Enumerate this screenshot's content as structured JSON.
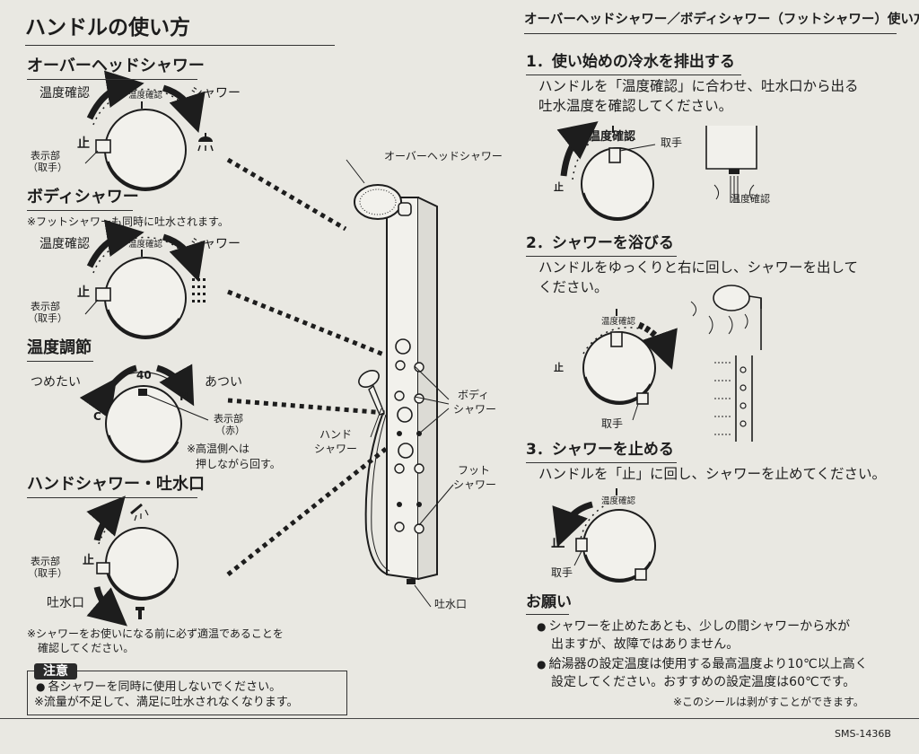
{
  "left": {
    "title": "ハンドルの使い方",
    "overhead": {
      "heading": "オーバーヘッドシャワー",
      "temp_check": "温度確認",
      "temp_check_small": "温度確認",
      "shower": "シャワー",
      "stop": "止",
      "display_label": "表示部",
      "display_sub": "（取手）"
    },
    "body": {
      "heading": "ボディシャワー",
      "note": "※フットシャワーも同時に吐水されます。",
      "temp_check": "温度確認",
      "temp_check_small": "温度確認",
      "shower": "シャワー",
      "stop": "止",
      "display_label": "表示部",
      "display_sub": "（取手）"
    },
    "temp": {
      "heading": "温度調節",
      "cold": "つめたい",
      "hot": "あつい",
      "forty": "40",
      "c": "C",
      "h": "H",
      "display_label": "表示部",
      "display_sub": "（赤）",
      "note1": "※高温側へは",
      "note2": "押しながら回す。"
    },
    "hand": {
      "heading": "ハンドシャワー・吐水口",
      "display_label": "表示部",
      "display_sub": "（取手）",
      "stop": "止",
      "spout": "吐水口"
    },
    "warning1": "※シャワーをお使いになる前に必ず適温であることを",
    "warning2": "確認してください。",
    "caution": {
      "badge": "注意",
      "line1": "各シャワーを同時に使用しないでください。",
      "line2": "※流量が不足して、満足に吐水されなくなります。"
    }
  },
  "middle": {
    "overhead_label": "オーバーヘッドシャワー",
    "body_label1": "ボディ",
    "body_label2": "シャワー",
    "hand_label1": "ハンド",
    "hand_label2": "シャワー",
    "foot_label1": "フット",
    "foot_label2": "シャワー",
    "spout_label": "吐水口"
  },
  "right": {
    "title": "オーバーヘッドシャワー／ボディシャワー（フットシャワー）使い方手順",
    "step1": {
      "heading": "1．使い始めの冷水を排出する",
      "line1": "ハンドルを「温度確認」に合わせ、吐水口から出る",
      "line2": "吐水温度を確認してください。",
      "temp_check": "温度確認",
      "handle": "取手",
      "stop": "止",
      "spout_temp": "温度確認"
    },
    "step2": {
      "heading": "2．シャワーを浴びる",
      "line1": "ハンドルをゆっくりと右に回し、シャワーを出して",
      "line2": "ください。",
      "temp_check_small": "温度確認",
      "stop": "止",
      "handle": "取手"
    },
    "step3": {
      "heading": "3．シャワーを止める",
      "line1": "ハンドルを「止」に回し、シャワーを止めてください。",
      "temp_check_small": "温度確認",
      "stop": "止",
      "handle": "取手"
    },
    "request": {
      "heading": "お願い",
      "b1_line1": "シャワーを止めたあとも、少しの間シャワーから水が",
      "b1_line2": "出ますが、故障ではありません。",
      "b2_line1": "給湯器の設定温度は使用する最高温度より10℃以上高く",
      "b2_line2": "設定してください。おすすめの設定温度は60℃です。",
      "seal_note": "※このシールは剥がすことができます。"
    }
  },
  "model": "SMS-1436B",
  "colors": {
    "background": "#e9e8e2",
    "ink": "#1d1d1d"
  }
}
